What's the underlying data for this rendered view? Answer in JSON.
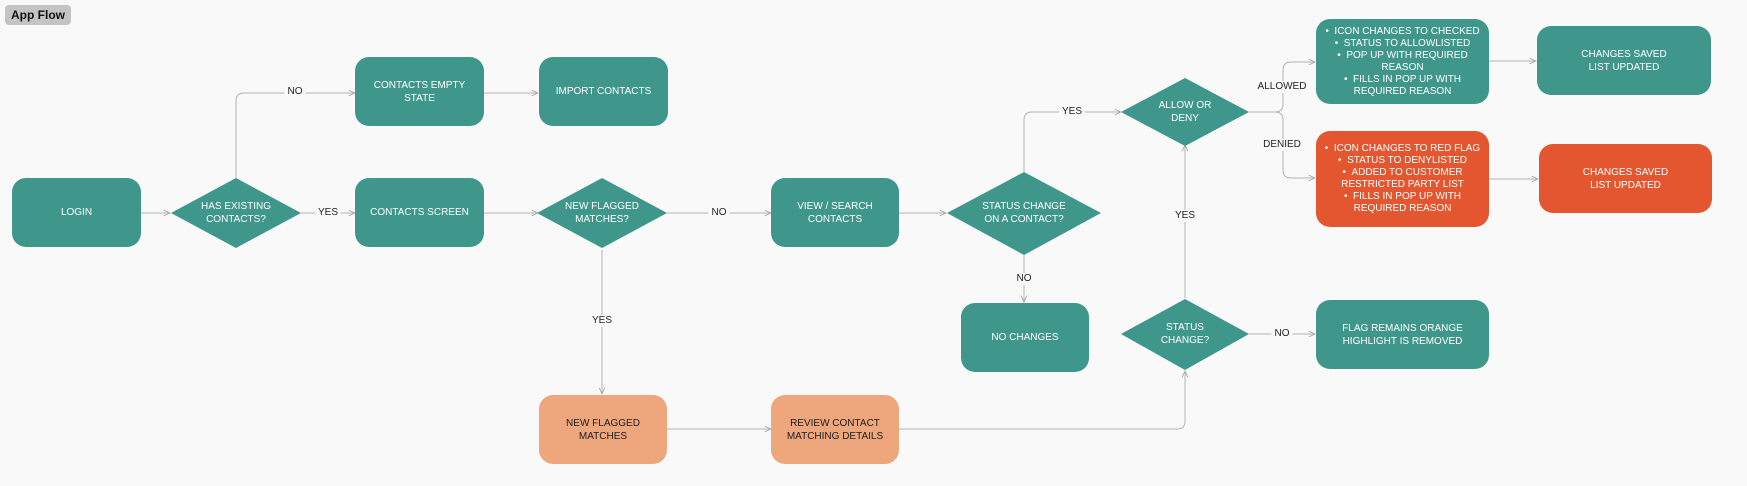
{
  "title": "App Flow",
  "colors": {
    "teal": "#3f978c",
    "red": "#e35630",
    "peach": "#eea67d",
    "edge": "#aaaaaa"
  },
  "nodes": {
    "login": "LOGIN",
    "has_existing": "HAS EXISTING\nCONTACTS?",
    "empty_state": "CONTACTS EMPTY STATE",
    "import": "IMPORT CONTACTS",
    "contacts_screen": "CONTACTS SCREEN",
    "new_flagged_q": "NEW FLAGGED\nMATCHES?",
    "view_search": "VIEW / SEARCH CONTACTS",
    "status_change_q": "STATUS CHANGE\nON A CONTACT?",
    "no_changes": "NO CHANGES",
    "allow_deny_q": "ALLOW OR\nDENY",
    "allowed_actions": [
      "ICON CHANGES TO CHECKED",
      "STATUS TO ALLOWLISTED",
      "POP UP WITH REQUIRED REASON",
      "FILLS IN POP UP WITH REQUIRED REASON"
    ],
    "denied_actions": [
      "ICON CHANGES TO RED FLAG",
      "STATUS TO DENYLISTED",
      "ADDED TO CUSTOMER RESTRICTED PARTY LIST",
      "FILLS IN POP UP WITH REQUIRED REASON"
    ],
    "saved_allowed": "CHANGES SAVED\nLIST UPDATED",
    "saved_denied": "CHANGES SAVED\nLIST UPDATED",
    "new_flagged": "NEW FLAGGED MATCHES",
    "review": "REVIEW CONTACT\nMATCHING DETAILS",
    "status_q2": "STATUS\nCHANGE?",
    "flag_remains": "FLAG REMAINS ORANGE\nHIGHLIGHT IS REMOVED"
  },
  "edge_labels": {
    "no_existing": "NO",
    "yes_existing": "YES",
    "no_flagged": "NO",
    "yes_flagged": "YES",
    "yes_status": "YES",
    "no_status": "NO",
    "allowed": "ALLOWED",
    "denied": "DENIED",
    "yes_status2": "YES",
    "no_status2": "NO"
  }
}
